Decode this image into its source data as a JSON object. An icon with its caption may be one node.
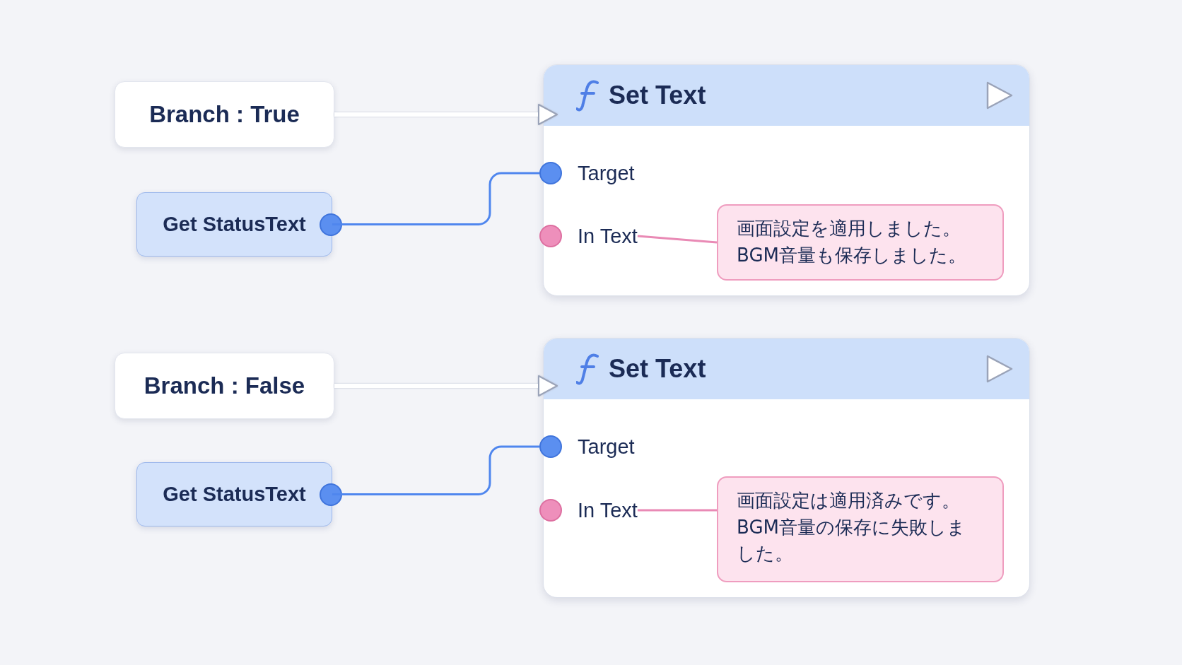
{
  "diagram": {
    "nodes": [
      {
        "text": [
          "Branch : True"
        ]
      },
      {
        "text": [
          "Get StatusText"
        ]
      },
      {
        "text": [
          "Set Text"
        ]
      },
      {
        "text": [
          "Target"
        ],
        "in": 2
      },
      {
        "text": [
          "In Text"
        ],
        "in": 2
      },
      {
        "text": [
          "画面設定を適用しました。BGM音量も保存しました。"
        ],
        "in": 2
      },
      {
        "text": [
          "Branch : False"
        ]
      },
      {
        "text": [
          "Get StatusText"
        ]
      },
      {
        "text": [
          "Set Text"
        ]
      },
      {
        "text": [
          "Target"
        ],
        "in": 8
      },
      {
        "text": [
          "In Text"
        ],
        "in": 8
      },
      {
        "text": [
          "画面設定は適用済みです。BGM音量の保存に失敗しました。"
        ],
        "in": 8
      }
    ],
    "edges": [
      {
        "from": 0,
        "to": 2,
        "arrow": "to",
        "style": "thick",
        "color": "#ffffff"
      },
      {
        "from": 1,
        "to": 3,
        "arrow": "none",
        "color": "#4f86ee"
      },
      {
        "from": 4,
        "to": 5,
        "arrow": "none",
        "color": "#e98ab5"
      },
      {
        "from": 6,
        "to": 8,
        "arrow": "to",
        "style": "thick",
        "color": "#ffffff"
      },
      {
        "from": 7,
        "to": 9,
        "arrow": "none",
        "color": "#4f86ee"
      },
      {
        "from": 10,
        "to": 11,
        "arrow": "none",
        "color": "#e98ab5"
      }
    ]
  }
}
